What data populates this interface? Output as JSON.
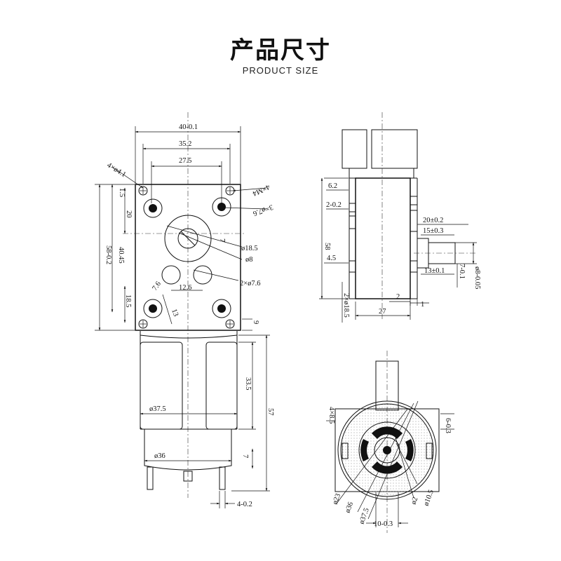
{
  "title_zh": "产品尺寸",
  "title_en": "PRODUCT SIZE",
  "front_view": {
    "dims": {
      "w_overall": "40-0.1",
      "w_holes": "35.2",
      "w_inner": "27.5",
      "holes_4": "4×ø4.1",
      "thread_4": "4×M4",
      "holes_3": "3×ø7.6",
      "d_18_5": "ø18.5",
      "d_8": "ø8",
      "holes_2": "2×ø7.6",
      "offset_12_6": "12.6",
      "offset_7": "7",
      "h_overall": "58-0.2",
      "h_40_45": "40.45",
      "h_20": "20",
      "h_1_5": "1.5",
      "h_18_5": "18.5",
      "d_7_6": "7.6",
      "d_13": "13",
      "h_9": "9"
    }
  },
  "motor_view": {
    "dims": {
      "d_37_5": "ø37.5",
      "d_36": "ø36",
      "h_33_5": "33.5",
      "h_57": "57",
      "h_7": "7",
      "w_4": "4-0.2"
    }
  },
  "side_view": {
    "dims": {
      "d_6_2": "6.2",
      "d_2": "2-0.2",
      "d_20": "20±0.2",
      "d_15": "15±0.3",
      "d_58": "58",
      "d_4_5": "4.5",
      "d_13": "13±0.1",
      "d_7": "7-0.1",
      "d_shaft": "ø8-0.05",
      "d_2x": "2×ø18.5",
      "d_27": "27",
      "d_small_2": "2",
      "d_small_1": "1"
    }
  },
  "bottom_view": {
    "dims": {
      "d_4x8_5": "4×8.5",
      "d_6": "6-0.3",
      "d_23": "ø23",
      "d_36": "ø36",
      "d_37_5": "ø37.5",
      "d_2": "ø2",
      "d_10_5": "ø10.5",
      "d_10": "10-0.3"
    }
  }
}
